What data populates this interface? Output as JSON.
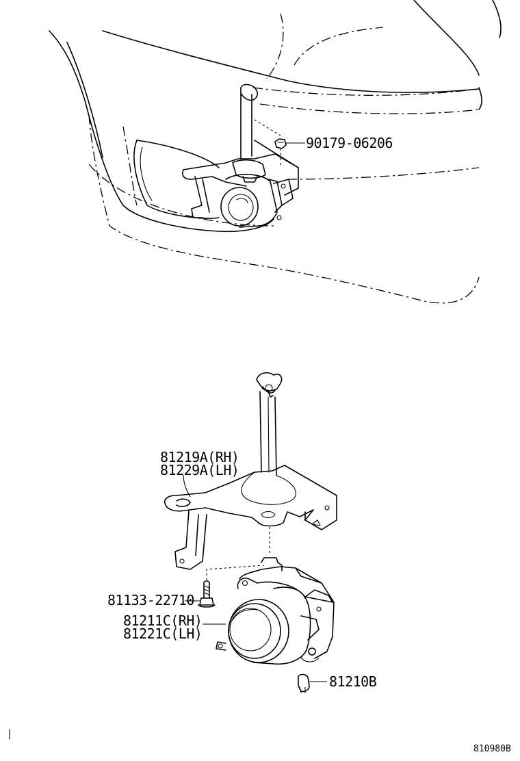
{
  "part_labels": {
    "nut": "90179-06206",
    "bracket_rh": "81219A(RH)",
    "bracket_lh": "81229A(LH)",
    "screw": "81133-22710",
    "lamp_rh": "81211C(RH)",
    "lamp_lh": "81221C(LH)",
    "bulb": "81210B"
  },
  "figure_code": "810980B"
}
